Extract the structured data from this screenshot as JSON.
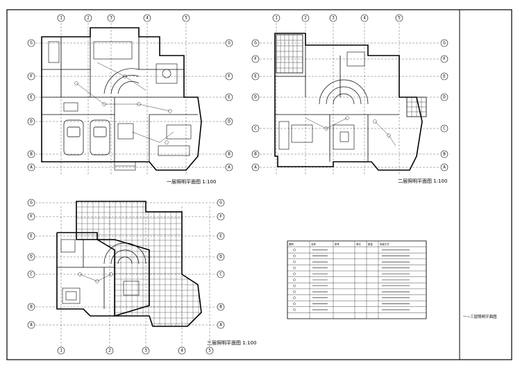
{
  "plans": [
    {
      "title": "一层照明平面图 1:100",
      "axes_x": [
        "1",
        "2",
        "3",
        "4",
        "5"
      ],
      "axes_y": [
        "G",
        "F",
        "E",
        "D",
        "B",
        "A"
      ]
    },
    {
      "title": "二层照明平面图 1:100",
      "axes_x": [
        "1",
        "2",
        "3",
        "4",
        "5"
      ],
      "axes_y": [
        "G",
        "F",
        "E",
        "D",
        "C",
        "B",
        "A"
      ]
    },
    {
      "title": "三层照明平面图 1:100",
      "axes_x": [
        "1",
        "2",
        "3",
        "4",
        "5"
      ],
      "axes_y": [
        "G",
        "F",
        "E",
        "D",
        "C",
        "B",
        "A"
      ]
    }
  ],
  "legend": {
    "headers": [
      "图例",
      "名称",
      "型号",
      "单位",
      "数量",
      "安装方式"
    ]
  },
  "title_block": {
    "drawing_name": "一~三层照明平面图"
  }
}
